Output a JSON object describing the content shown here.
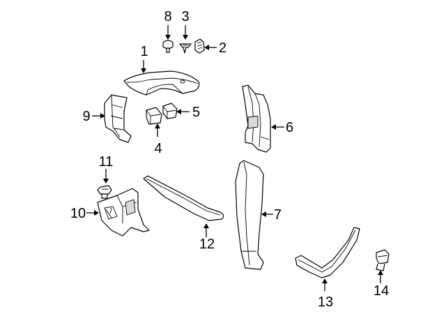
{
  "diagram": {
    "callouts": {
      "n1": "1",
      "n2": "2",
      "n3": "3",
      "n4": "4",
      "n5": "5",
      "n6": "6",
      "n7": "7",
      "n8": "8",
      "n9": "9",
      "n10": "10",
      "n11": "11",
      "n12": "12",
      "n13": "13",
      "n14": "14"
    }
  }
}
